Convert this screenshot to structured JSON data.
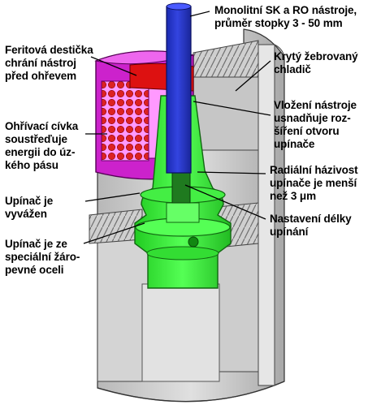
{
  "labels": {
    "monolithic_tool": "Monolitní SK a RO nástroje,\nprůměr stopky 3 - 50 mm",
    "ferrite_plate": "Feritová destička\nchrání nástroj\npřed ohřevem",
    "covered_cooler": "Krytý žebrovaný\nchladič",
    "tool_insertion": "Vložení nástroje\nusnadňuje roz-\nšíření otvoru\nupínače",
    "heating_coil": "Ohřívací cívka\nsoustřeďuje\nenergii do úz-\nkého pásu",
    "radial_runout": "Radiální házivost\nupínače je menší\nnež 3 μm",
    "holder_balanced": "Upínač je\nvyvážen",
    "length_setting": "Nastavení délky\nupínání",
    "heat_resistant_steel": "Upínač je ze\nspeciální žáro-\npevné oceli"
  },
  "colors": {
    "tool": "#2233cc",
    "holder": "#33ee33",
    "coil_housing": "#cc22cc",
    "coil_winding": "#ff99ff",
    "ferrite_plate": "#dd1111",
    "cooler": "#c8c8c8"
  }
}
